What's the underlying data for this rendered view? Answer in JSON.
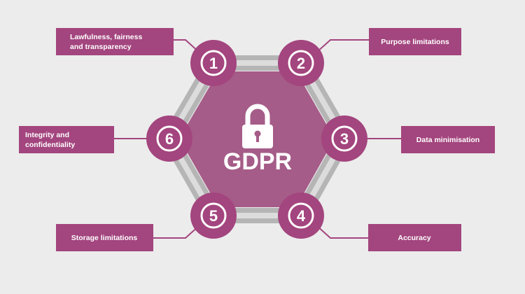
{
  "title": "GDPR",
  "colors": {
    "accent": "#a3457e",
    "hexagon": "#a55c88",
    "frame": "#bdbdbd",
    "background": "#ececec"
  },
  "principles": [
    {
      "number": "1",
      "lines": [
        "Lawfulness, fairness",
        "and transparency"
      ]
    },
    {
      "number": "2",
      "lines": [
        "Purpose limitations"
      ]
    },
    {
      "number": "3",
      "lines": [
        "Data minimisation"
      ]
    },
    {
      "number": "4",
      "lines": [
        "Accuracy"
      ]
    },
    {
      "number": "5",
      "lines": [
        "Storage limitations"
      ]
    },
    {
      "number": "6",
      "lines": [
        "Integrity and",
        "confidentiality"
      ]
    }
  ],
  "icons": {
    "center": "padlock-icon"
  }
}
